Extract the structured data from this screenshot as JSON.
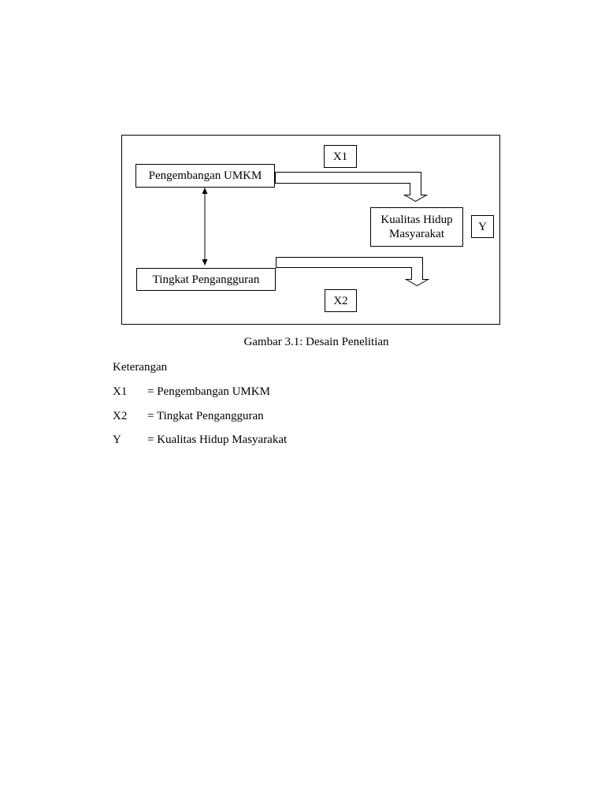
{
  "diagram": {
    "nodes": {
      "umkm": "Pengembangan UMKM",
      "penganggur": "Tingkat Pengangguran",
      "kualitas_line1": "Kualitas Hidup",
      "kualitas_line2": "Masyarakat"
    },
    "tags": {
      "x1": "X1",
      "x2": "X2",
      "y": "Y"
    }
  },
  "caption": "Gambar 3.1: Desain Penelitian",
  "legend": {
    "title": "Keterangan",
    "rows": [
      {
        "key": "X1",
        "value": "= Pengembangan UMKM"
      },
      {
        "key": "X2",
        "value": "= Tingkat Pengangguran"
      },
      {
        "key": "Y",
        "value": "= Kualitas Hidup Masyarakat"
      }
    ]
  }
}
